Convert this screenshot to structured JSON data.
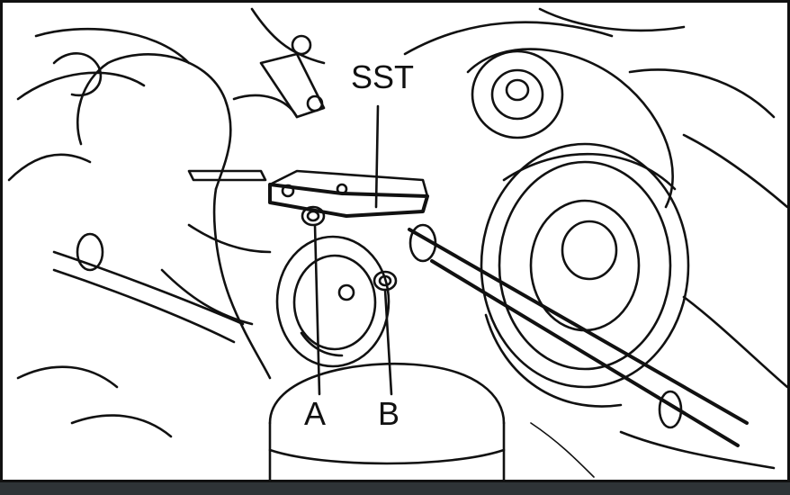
{
  "labels": {
    "tool": "SST",
    "bolt_a": "A",
    "bolt_b": "B"
  },
  "colors": {
    "ink": "#111111",
    "paper": "#ffffff",
    "footer_band": "#2e3336"
  }
}
